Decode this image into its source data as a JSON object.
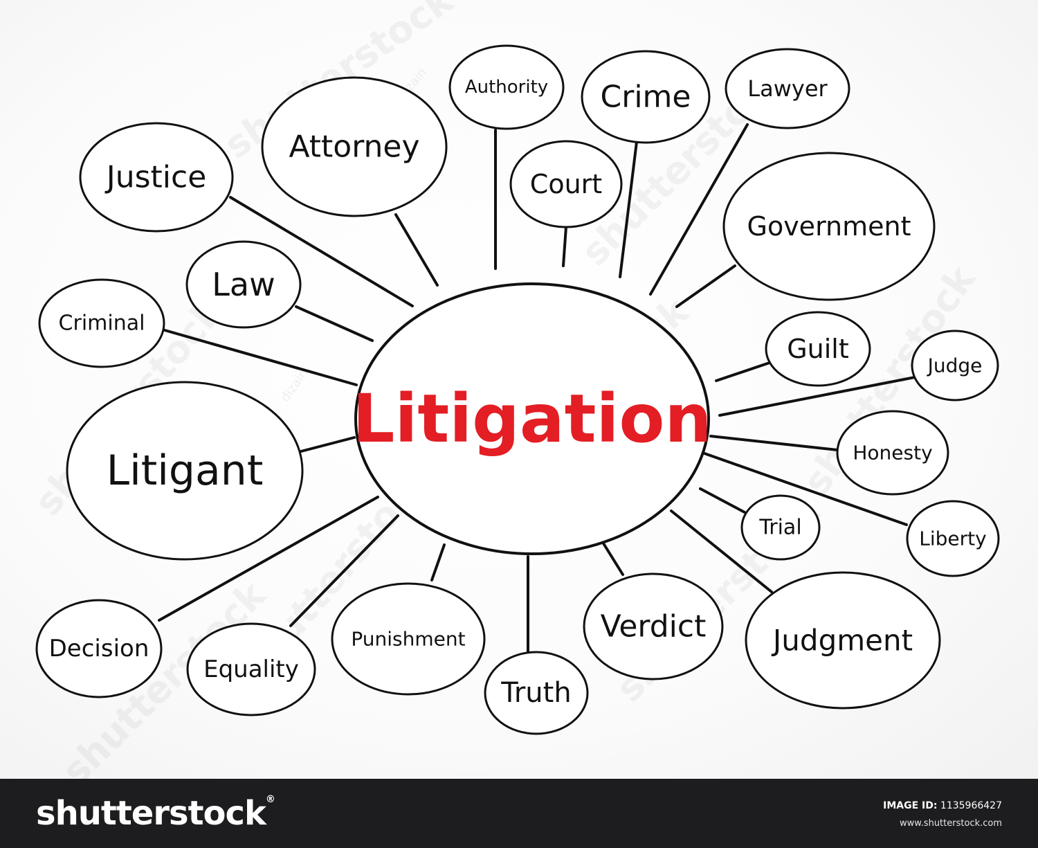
{
  "diagram": {
    "center": {
      "label": "Litigation",
      "color": "#e31e24"
    },
    "line_color": "#111111",
    "nodes": [
      {
        "id": "authority",
        "label": "Authority"
      },
      {
        "id": "crime",
        "label": "Crime"
      },
      {
        "id": "lawyer",
        "label": "Lawyer"
      },
      {
        "id": "attorney",
        "label": "Attorney"
      },
      {
        "id": "court",
        "label": "Court"
      },
      {
        "id": "justice",
        "label": "Justice"
      },
      {
        "id": "government",
        "label": "Government"
      },
      {
        "id": "law",
        "label": "Law"
      },
      {
        "id": "criminal",
        "label": "Criminal"
      },
      {
        "id": "guilt",
        "label": "Guilt"
      },
      {
        "id": "judge",
        "label": "Judge"
      },
      {
        "id": "litigant",
        "label": "Litigant"
      },
      {
        "id": "honesty",
        "label": "Honesty"
      },
      {
        "id": "trial",
        "label": "Trial"
      },
      {
        "id": "liberty",
        "label": "Liberty"
      },
      {
        "id": "decision",
        "label": "Decision"
      },
      {
        "id": "equality",
        "label": "Equality"
      },
      {
        "id": "punishment",
        "label": "Punishment"
      },
      {
        "id": "truth",
        "label": "Truth"
      },
      {
        "id": "verdict",
        "label": "Verdict"
      },
      {
        "id": "judgment",
        "label": "Judgment"
      }
    ]
  },
  "watermark": {
    "text": "shutterstock",
    "author": "dizain"
  },
  "footer": {
    "brand": "shutterstock",
    "brand_mark": "®",
    "id_label": "IMAGE ID:",
    "id_value": "1135966427",
    "site": "www.shutterstock.com"
  }
}
